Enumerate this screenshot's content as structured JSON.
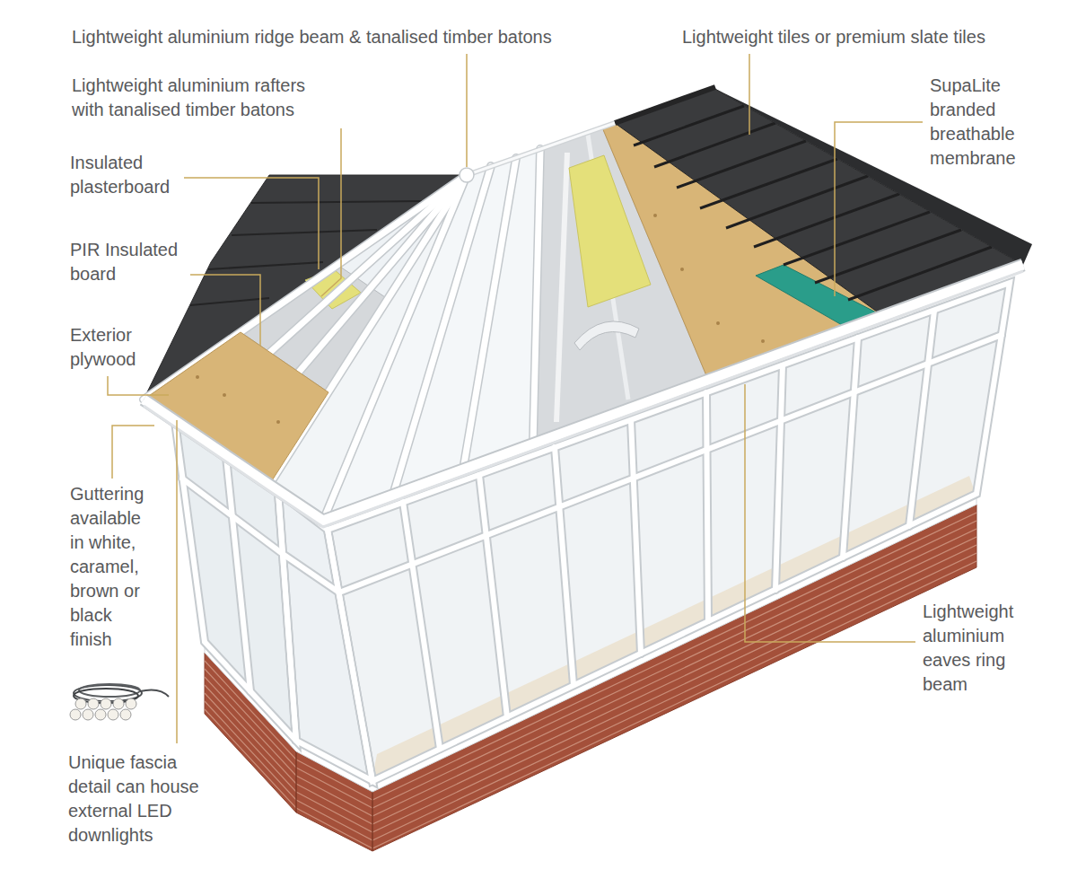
{
  "diagram": {
    "labels": [
      "Lightweight aluminium ridge beam & tanalised timber batons",
      "Lightweight tiles or premium slate tiles",
      "Lightweight aluminium rafters with tanalised timber batons",
      "SupaLite branded breathable membrane",
      "Insulated plasterboard",
      "PIR Insulated board",
      "Exterior plywood",
      "Guttering available in white, caramel, brown or black finish",
      "Lightweight aluminium eaves ring beam",
      "Unique fascia detail can house external LED downlights"
    ]
  }
}
